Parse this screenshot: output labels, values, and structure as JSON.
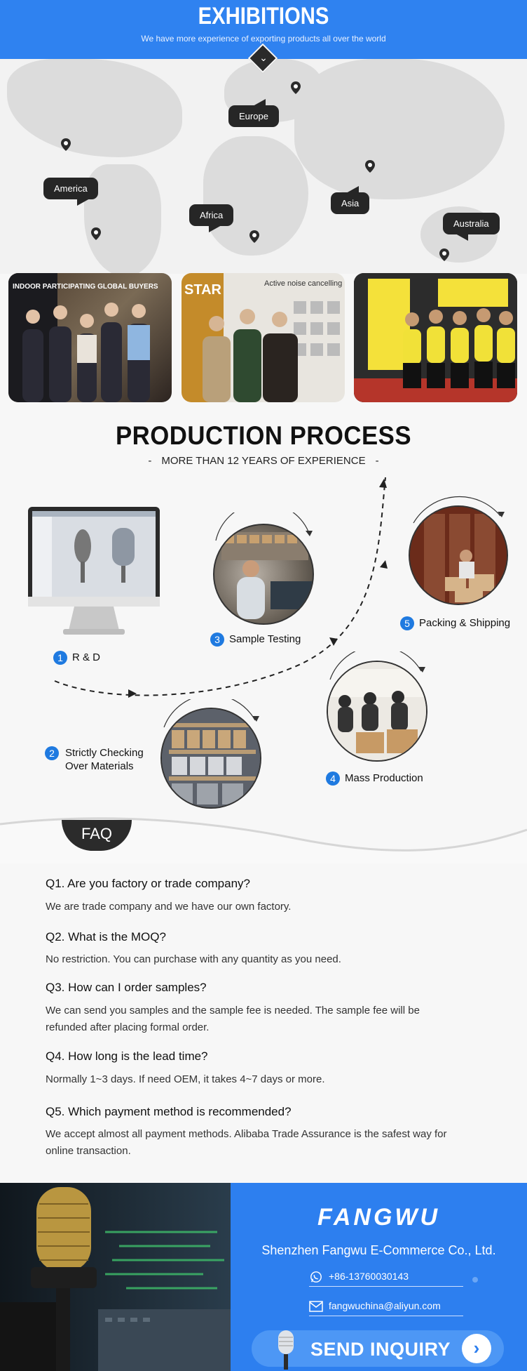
{
  "exhibitions": {
    "title": "EXHIBITIONS",
    "subtitle": "We have more experience of exporting products all over the world",
    "regions": {
      "europe": "Europe",
      "america": "America",
      "africa": "Africa",
      "asia": "Asia",
      "australia": "Australia"
    },
    "photos": [
      {
        "sign_text": "INDOOR PARTICIPATING GLOBAL BUYERS"
      },
      {
        "sign_text": "STAR",
        "banner_text": "Active noise cancelling"
      },
      {
        "sign_text": ""
      }
    ]
  },
  "production": {
    "title": "PRODUCTION PROCESS",
    "subtitle": "MORE THAN 12 YEARS OF EXPERIENCE",
    "steps": [
      {
        "num": "1",
        "label": "R & D"
      },
      {
        "num": "2",
        "label_line1": "Strictly Checking",
        "label_line2": "Over Materials"
      },
      {
        "num": "3",
        "label": "Sample Testing"
      },
      {
        "num": "4",
        "label": "Mass Production"
      },
      {
        "num": "5",
        "label": "Packing & Shipping"
      }
    ]
  },
  "faq": {
    "tab_label": "FAQ",
    "items": [
      {
        "q": "Q1. Are you factory or trade company?",
        "a": "We are trade company and we have our own factory."
      },
      {
        "q": "Q2. What is the MOQ?",
        "a": "No restriction. You can purchase with any quantity as you need."
      },
      {
        "q": "Q3. How can I order samples?",
        "a": "We can send you samples and the sample fee is needed. The sample fee will be refunded after placing formal order."
      },
      {
        "q": "Q4. How long is the lead time?",
        "a": "Normally 1~3 days. If need OEM, it takes 4~7 days or more."
      },
      {
        "q": "Q5. Which payment method is recommended?",
        "a": "We accept almost all payment methods. Alibaba Trade Assurance is the safest way for online transaction."
      }
    ]
  },
  "footer": {
    "brand": "FANGWU",
    "company": "Shenzhen Fangwu E-Commerce Co., Ltd.",
    "phone": "+86-13760030143",
    "email": "fangwuchina@aliyun.com",
    "send_label": "SEND INQUIRY"
  },
  "colors": {
    "accent": "#2f82f0",
    "footer_blue": "#2d7fef",
    "dark": "#262626"
  },
  "icons": [
    "chevron-down-icon",
    "map-pin-icon",
    "whatsapp-icon",
    "mail-icon",
    "microphone-icon",
    "arrow-right-icon"
  ]
}
